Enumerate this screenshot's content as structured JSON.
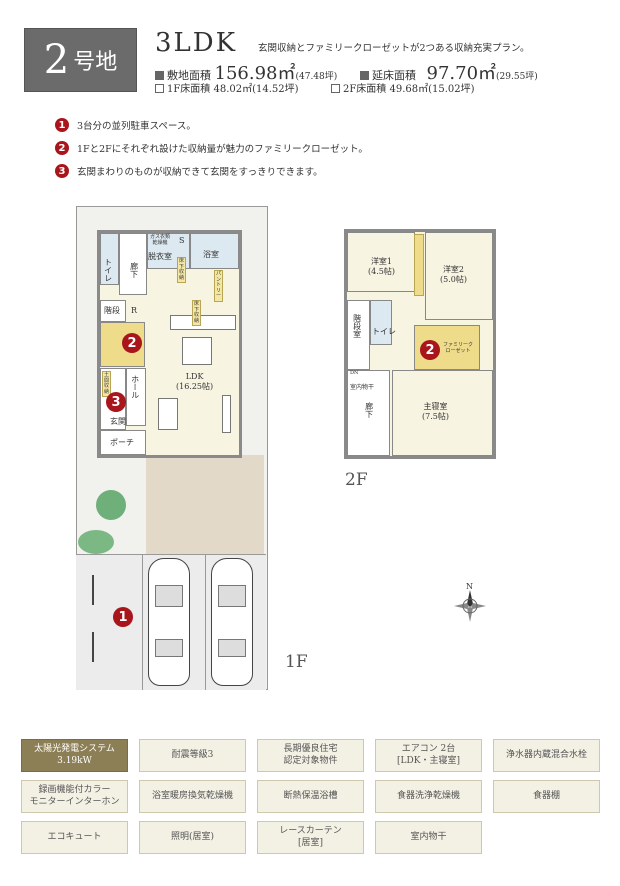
{
  "header": {
    "lot_number": "2",
    "lot_suffix": "号地",
    "layout": "3LDK",
    "catchcopy": "玄関収納とファミリークローゼットが2つある収納充実プラン。",
    "site_area": {
      "label": "敷地面積",
      "value": "156.98㎡",
      "tsubo": "(47.48坪)"
    },
    "floor_area": {
      "label": "延床面積",
      "value": "97.70㎡",
      "tsubo": "(29.55坪)"
    },
    "f1_area": {
      "label": "1F床面積",
      "value": "48.02㎡(14.52坪)"
    },
    "f2_area": {
      "label": "2F床面積",
      "value": "49.68㎡(15.02坪)"
    }
  },
  "points": [
    {
      "num": "1",
      "text": "3台分の並列駐車スペース。"
    },
    {
      "num": "2",
      "text": "1Fと2Fにそれぞれ設けた収納量が魅力のファミリークローゼット。"
    },
    {
      "num": "3",
      "text": "玄関まわりのものが収納できて玄関をすっきりできます。"
    }
  ],
  "plan1f": {
    "floor_label": "1F",
    "rooms": {
      "toilet": "トイレ",
      "corridor": "廊下",
      "dressing": "脱衣室",
      "bath": "浴室",
      "underfloor1": "床下収納",
      "pantry": "パントリー",
      "underfloor2": "床下収納",
      "stairs": "階段",
      "r": "R",
      "ldk": "LDK",
      "ldk_size": "(16.25帖)",
      "hall": "ホール",
      "entrance": "玄関",
      "porch": "ポーチ",
      "doma": "土間収納",
      "dryer": "ガス衣類乾燥機",
      "s": "S"
    }
  },
  "plan2f": {
    "floor_label": "2F",
    "rooms": {
      "western1": "洋室1",
      "western1_size": "(4.5帖)",
      "western2": "洋室2",
      "western2_size": "(5.0帖)",
      "stairs": "階段室",
      "toilet": "トイレ",
      "family_closet": "ファミリークローゼット",
      "dn": "DN",
      "drying": "室内物干",
      "corridor": "廊下",
      "master": "主寝室",
      "master_size": "(7.5帖)"
    }
  },
  "compass": "N",
  "equipment": [
    "太陽光発電システム\n3.19kW",
    "耐震等級3",
    "長期優良住宅\n認定対象物件",
    "エアコン 2台\n[LDK・主寝室]",
    "浄水器内蔵混合水栓",
    "録画機能付カラー\nモニターインターホン",
    "浴室暖房換気乾燥機",
    "断熱保温浴槽",
    "食器洗浄乾燥機",
    "食器棚",
    "エコキュート",
    "照明(居室)",
    "レースカーテン\n[居室]",
    "室内物干"
  ],
  "colors": {
    "marker": "#a8151b",
    "highlight_equipment": "#8d7f55",
    "equipment_bg": "#f3f0e4",
    "room_fill": "#f8f4e2",
    "wet_area": "#dce9f0",
    "garden": "#e2d9c9"
  }
}
